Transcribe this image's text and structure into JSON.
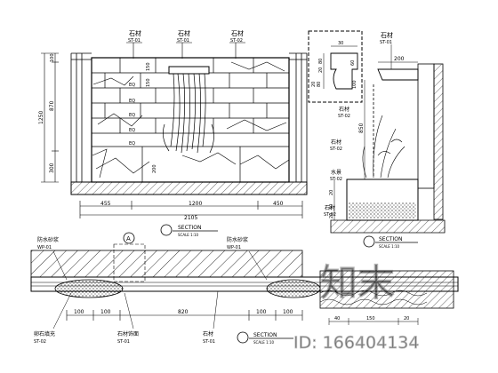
{
  "elevation": {
    "top_labels": [
      "石材",
      "石材",
      "石材"
    ],
    "top_codes": [
      "ST-01",
      "ST-01",
      "ST-02"
    ],
    "inner_dims": [
      "150",
      "150",
      "EQ",
      "EQ",
      "EQ",
      "EQ",
      "EQ",
      "200"
    ],
    "left_dims": [
      "100",
      "870",
      "1250",
      "300"
    ],
    "bottom_dims": [
      "455",
      "1200",
      "450"
    ],
    "overall_width": "2105",
    "section_mark": "SECTION",
    "section_sub": "SCALE 1:10"
  },
  "section_view": {
    "detail_dims": [
      "30",
      "80",
      "20",
      "80",
      "20",
      "60"
    ],
    "top_label": "石材",
    "top_code": "ST-01",
    "dims": [
      "200",
      "100",
      "850",
      "20",
      "40",
      "20"
    ],
    "labels": [
      "石材",
      "石材",
      "水景",
      "石材"
    ],
    "codes": [
      "ST-02",
      "ST-02",
      "ST-02",
      "ST-02"
    ],
    "section_mark": "SECTION",
    "section_sub": "SCALE 1:10"
  },
  "plan": {
    "labels": [
      "防水砂浆",
      "防水砂浆",
      "卵石填充",
      "石材饰面",
      "石材"
    ],
    "codes": [
      "WP-01",
      "WP-01",
      "ST-02",
      "ST-01",
      "ST-01"
    ],
    "marker": "A",
    "dims": [
      "100",
      "100",
      "820",
      "100",
      "100"
    ],
    "section_mark": "SECTION",
    "section_sub": "SCALE 1:10",
    "right_dims": [
      "40",
      "150",
      "20"
    ]
  },
  "watermark": {
    "logo_text": "知末",
    "id_text": "ID: 166404134"
  }
}
